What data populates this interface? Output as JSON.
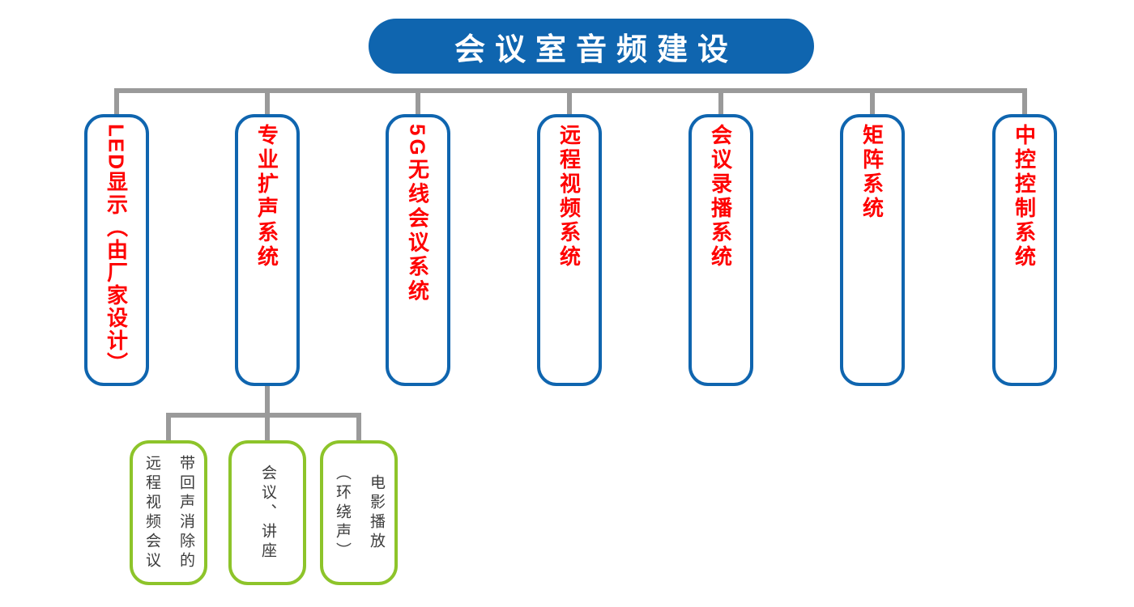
{
  "diagram": {
    "root": {
      "label": "会议室音频建设",
      "bg_color": "#0f65af",
      "text_color": "#ffffff"
    },
    "style": {
      "branch_border_color": "#0f65af",
      "branch_text_color": "#fe0000",
      "child_border_color": "#8dc42a",
      "child_text_color": "#3d3d3d",
      "connector_color": "#9a9a9a"
    },
    "branches": [
      {
        "label": "LED显示（由厂家设计）",
        "children": []
      },
      {
        "label": "专业扩声系统",
        "children": [
          {
            "label": "带回声消除的\n远程视频会议"
          },
          {
            "label": "会议、讲座"
          },
          {
            "label": "电影播放\n（环绕声）"
          }
        ]
      },
      {
        "label": "5G无线会议系统",
        "children": []
      },
      {
        "label": "远程视频系统",
        "children": []
      },
      {
        "label": "会议录播系统",
        "children": []
      },
      {
        "label": "矩阵系统",
        "children": []
      },
      {
        "label": "中控控制系统",
        "children": []
      }
    ]
  }
}
